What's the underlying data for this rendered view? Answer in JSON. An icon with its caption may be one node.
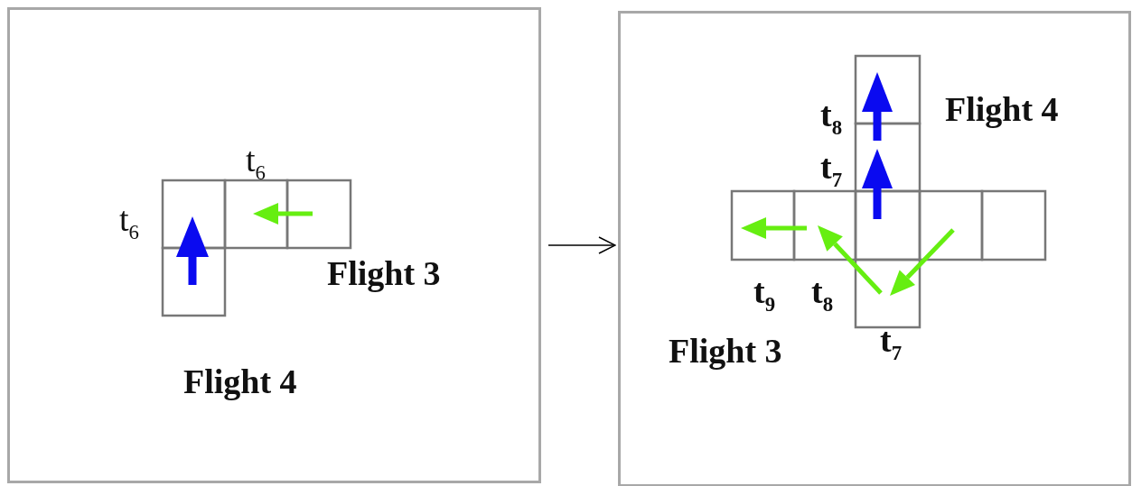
{
  "diagram": {
    "nodes": [
      {
        "text": [],
        "shape": "box"
      },
      {
        "text": [],
        "shape": "box"
      }
    ],
    "edges": [
      {
        "from": 0,
        "to": 1,
        "arrow": "to"
      }
    ],
    "labels": [
      "t$_{6}$",
      "t$_{6}$",
      "Flight 3",
      "Flight 4",
      "t$_{8}$",
      "Flight 4",
      "t$_{7}$",
      "t$_{9}$",
      "t$_{8}$",
      "Flight 3",
      "t$_{7}$"
    ]
  }
}
